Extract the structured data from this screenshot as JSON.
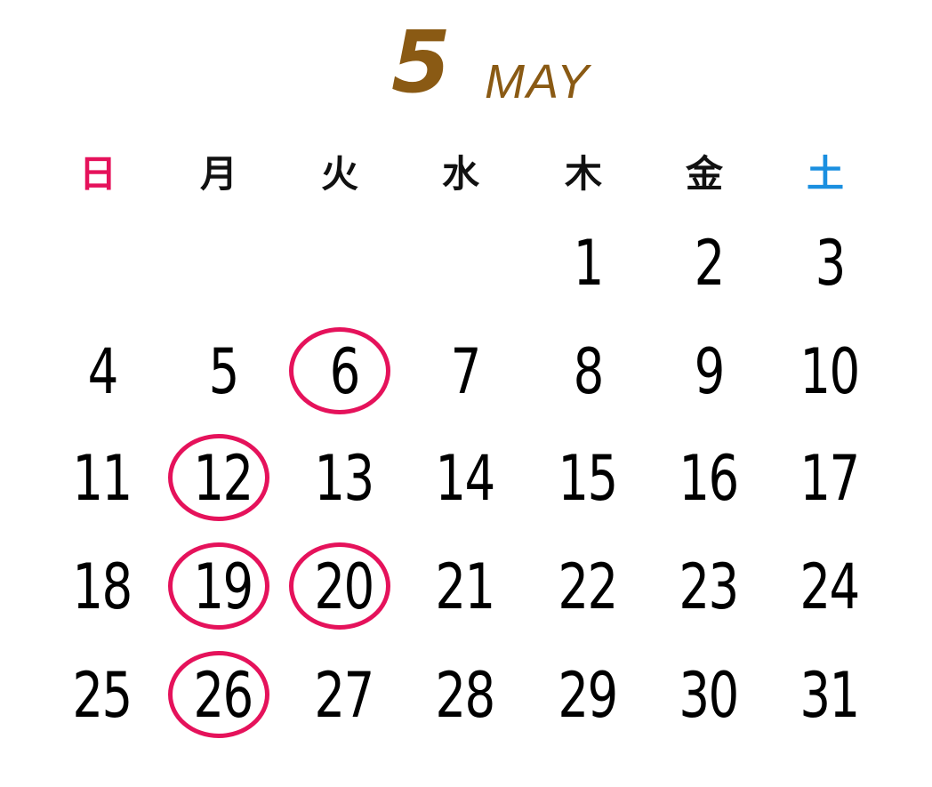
{
  "header": {
    "month_number": "5",
    "month_name": "MAY"
  },
  "weekdays": [
    {
      "label": "日",
      "color": "#e5125b"
    },
    {
      "label": "月",
      "color": "#111111"
    },
    {
      "label": "火",
      "color": "#111111"
    },
    {
      "label": "水",
      "color": "#111111"
    },
    {
      "label": "木",
      "color": "#111111"
    },
    {
      "label": "金",
      "color": "#111111"
    },
    {
      "label": "土",
      "color": "#1a8fe0"
    }
  ],
  "weeks": [
    [
      "",
      "",
      "",
      "",
      "1",
      "2",
      "3"
    ],
    [
      "4",
      "5",
      "6",
      "7",
      "8",
      "9",
      "10"
    ],
    [
      "11",
      "12",
      "13",
      "14",
      "15",
      "16",
      "17"
    ],
    [
      "18",
      "19",
      "20",
      "21",
      "22",
      "23",
      "24"
    ],
    [
      "25",
      "26",
      "27",
      "28",
      "29",
      "30",
      "31"
    ]
  ],
  "circled_days": [
    "6",
    "12",
    "19",
    "20",
    "26"
  ],
  "colors": {
    "month_accent": "#8a5a14",
    "circle": "#e5125b",
    "sunday": "#e5125b",
    "saturday": "#1a8fe0",
    "day_text": "#000000"
  }
}
